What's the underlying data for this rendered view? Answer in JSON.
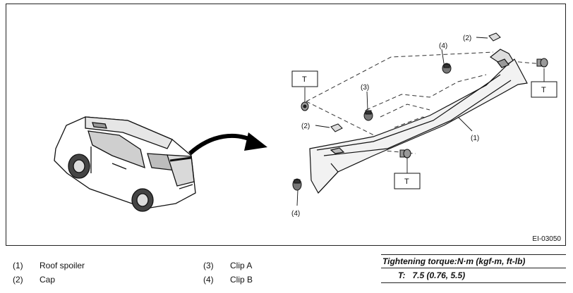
{
  "diagram": {
    "figure_id": "EI-03050",
    "callouts": {
      "c1": "(1)",
      "c2a": "(2)",
      "c2b": "(2)",
      "c3": "(3)",
      "c4a": "(4)",
      "c4b": "(4)"
    },
    "torque_marks": {
      "t1": "T",
      "t2": "T",
      "t3": "T"
    }
  },
  "legend": [
    {
      "num": "(1)",
      "name": "Roof spoiler"
    },
    {
      "num": "(2)",
      "name": "Cap"
    },
    {
      "num": "(3)",
      "name": "Clip A"
    },
    {
      "num": "(4)",
      "name": "Clip B"
    }
  ],
  "torque": {
    "heading": "Tightening torque:N·m (kgf-m, ft-lb)",
    "symbol": "T:",
    "value": "7.5 (0.76, 5.5)"
  }
}
